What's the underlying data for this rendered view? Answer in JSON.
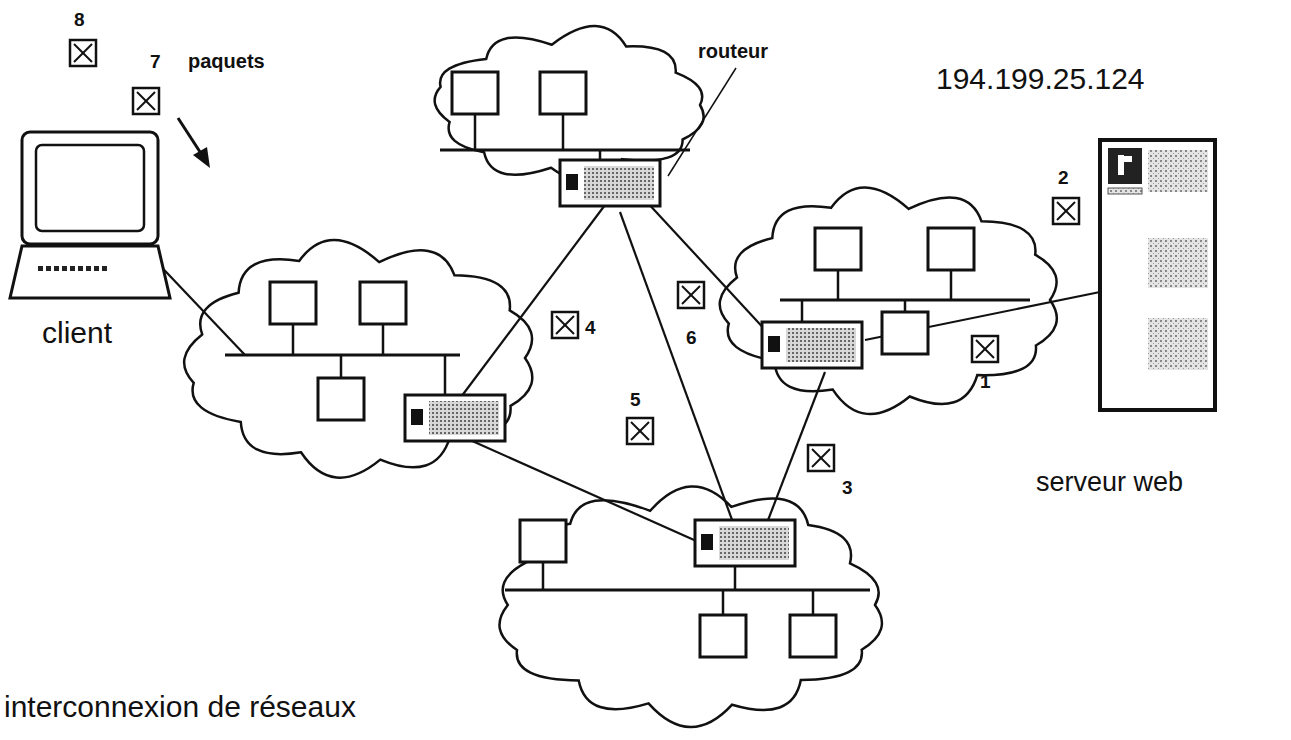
{
  "diagram": {
    "caption": "interconnexion de réseaux",
    "nodes": [
      {
        "text": [
          "client"
        ]
      },
      {
        "text": [
          "194.199.25.124",
          "serveur web"
        ]
      }
    ],
    "labels": [
      "8",
      "7",
      "paquets",
      "routeur",
      "2",
      "4",
      "6",
      "5",
      "1",
      "3"
    ]
  }
}
